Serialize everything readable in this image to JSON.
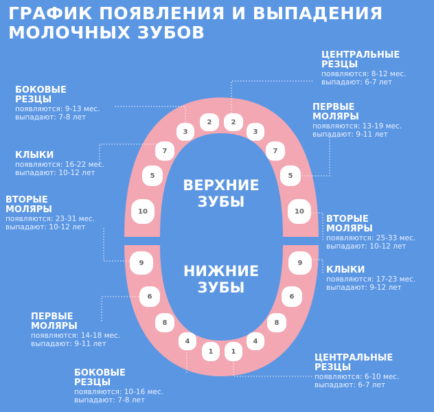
{
  "title": {
    "line1": "ГРАФИК ПОЯВЛЕНИЯ И ВЫПАДЕНИЯ",
    "line2": "МОЛОЧНЫХ ЗУБОВ"
  },
  "jaws": {
    "upper": [
      "ВЕРХНИЕ",
      "ЗУБЫ"
    ],
    "lower": [
      "НИЖНИЕ",
      "ЗУБЫ"
    ]
  },
  "teeth": {
    "upper": [
      "10",
      "5",
      "7",
      "3",
      "2",
      "2",
      "3",
      "7",
      "5",
      "10"
    ],
    "lower": [
      "9",
      "6",
      "8",
      "4",
      "1",
      "1",
      "4",
      "8",
      "6",
      "9"
    ]
  },
  "labels": [
    {
      "h1": "ЦЕНТРАЛЬНЫЕ",
      "h2": "РЕЗЦЫ",
      "a": "появляются: 8-12 мес.",
      "b": "выпадают: 6-7 лет"
    },
    {
      "h1": "БОКОВЫЕ",
      "h2": "РЕЗЦЫ",
      "a": "появляются: 9-13 мес.",
      "b": "выпадают: 7-8 лет"
    },
    {
      "h1": "ПЕРВЫЕ",
      "h2": "МОЛЯРЫ",
      "a": "появляются: 13-19 мес.",
      "b": "выпадают: 9-11 лет"
    },
    {
      "h1": "КЛЫКИ",
      "h2": "",
      "a": "появляются: 16-22 мес.",
      "b": "выпадают: 10-12 лет"
    },
    {
      "h1": "ВТОРЫЕ",
      "h2": "МОЛЯРЫ",
      "a": "появляются: 23-31 мес.",
      "b": "выпадают: 10-12 лет"
    },
    {
      "h1": "ВТОРЫЕ",
      "h2": "МОЛЯРЫ",
      "a": "появляются: 25-33 мес.",
      "b": "выпадают: 10-12 лет"
    },
    {
      "h1": "КЛЫКИ",
      "h2": "",
      "a": "появляются: 17-23 мес.",
      "b": "выпадают: 9-12 лет"
    },
    {
      "h1": "ПЕРВЫЕ",
      "h2": "МОЛЯРЫ",
      "a": "появляются: 14-18 мес.",
      "b": "выпадают: 9-11 лет"
    },
    {
      "h1": "ЦЕНТРАЛЬНЫЕ",
      "h2": "РЕЗЦЫ",
      "a": "появляются: 6-10 мес.",
      "b": "выпадают: 6-7 лет"
    },
    {
      "h1": "БОКОВЫЕ",
      "h2": "РЕЗЦЫ",
      "a": "появляются: 10-16 мес.",
      "b": "выпадают: 7-8 лет"
    }
  ],
  "colors": {
    "background": "#5b96e3",
    "gum": "#f2a7b3",
    "tooth": "#ffffff"
  }
}
